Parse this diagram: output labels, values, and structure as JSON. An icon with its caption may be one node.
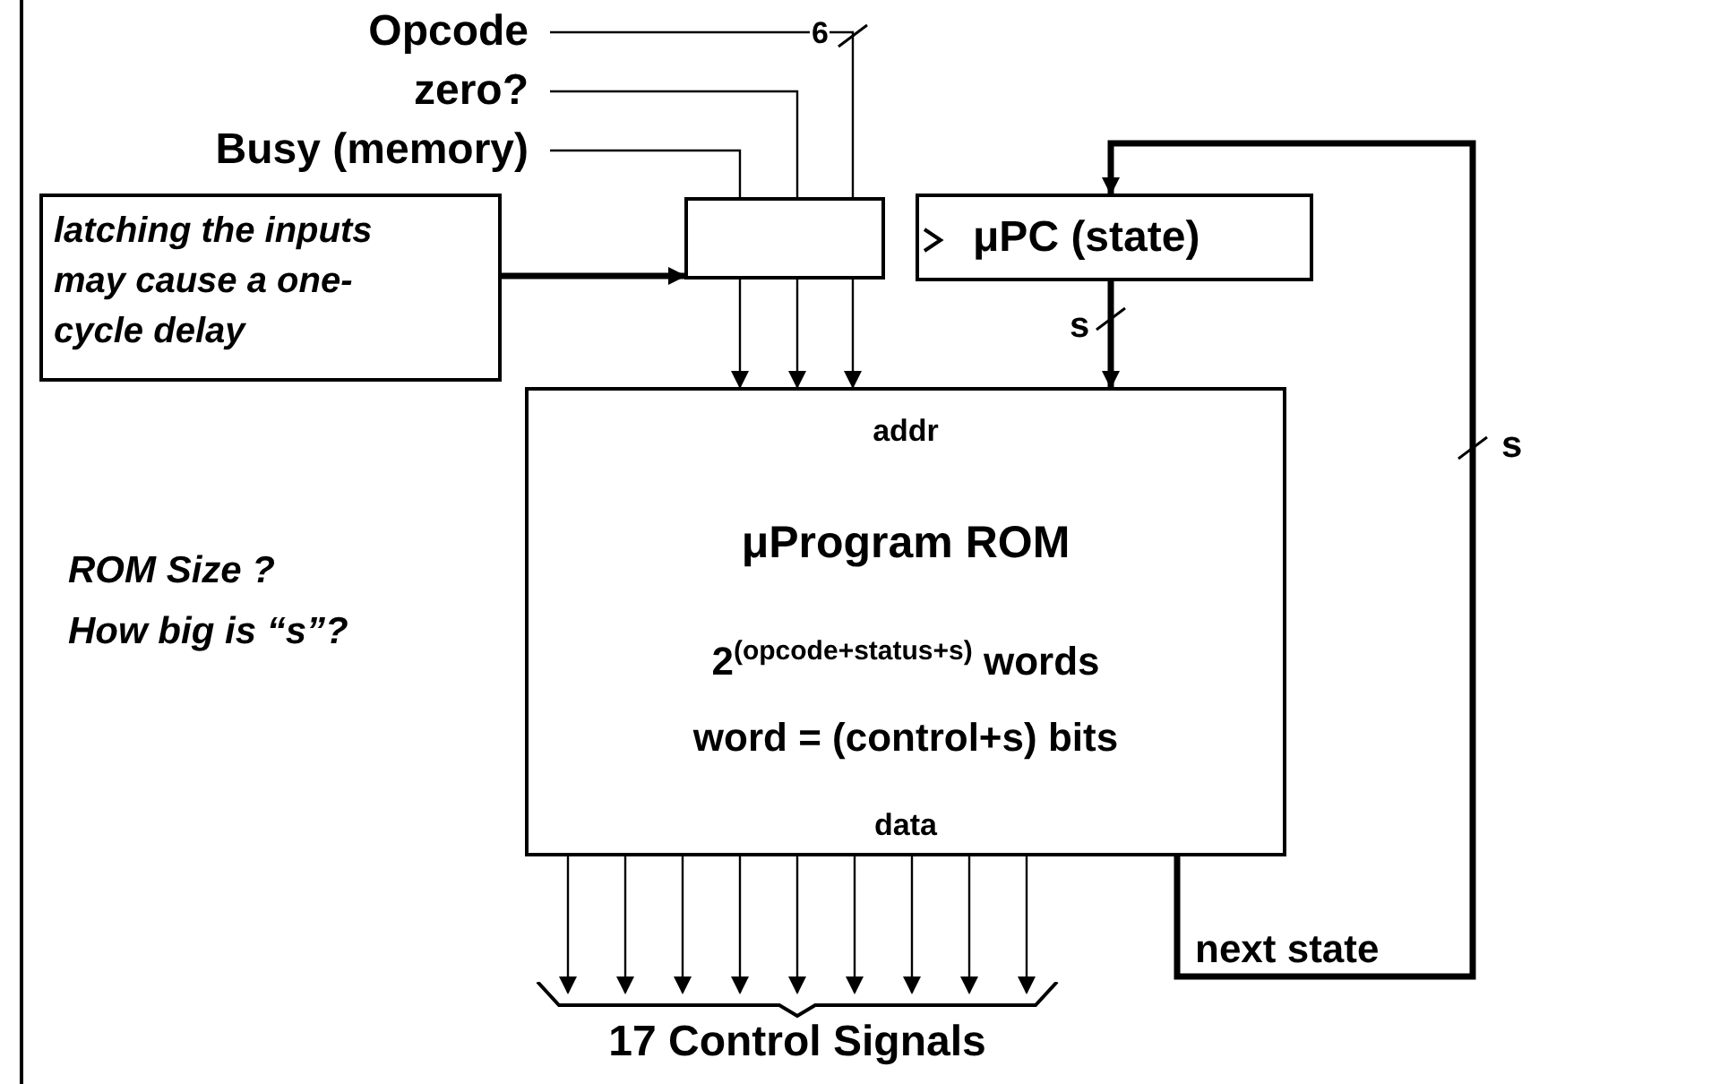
{
  "diagram": {
    "nodes": [
      {
        "text": [
          "Opcode"
        ]
      },
      {
        "text": [
          "zero?"
        ]
      },
      {
        "text": [
          "Busy (memory)"
        ]
      },
      {
        "text": [
          "latching the inputs may cause a one-cycle delay"
        ]
      },
      {
        "text": [],
        "shape": "box"
      },
      {
        "text": [
          "μPC (state)"
        ]
      },
      {
        "text": [
          "addr",
          "μProgram ROM",
          "2$^{(opcode+status+s)}$ words",
          "word = (control+s) bits",
          "data"
        ]
      },
      {
        "text": [
          "17 Control Signals"
        ]
      }
    ],
    "edges": [
      {
        "from": 0,
        "to": 4,
        "arrow": "none",
        "label": "6"
      },
      {
        "from": 1,
        "to": 4,
        "arrow": "none"
      },
      {
        "from": 2,
        "to": 4,
        "arrow": "none"
      },
      {
        "from": 4,
        "to": 6,
        "arrow": "to"
      },
      {
        "from": 4,
        "to": 6,
        "arrow": "to"
      },
      {
        "from": 4,
        "to": 6,
        "arrow": "to"
      },
      {
        "from": 3,
        "to": 4,
        "arrow": "to",
        "style": "thick"
      },
      {
        "from": 5,
        "to": 6,
        "arrow": "to",
        "label": "s",
        "style": "thick"
      },
      {
        "from": 6,
        "to": 5,
        "arrow": "to",
        "label": "next state",
        "style": "thick"
      },
      {
        "from": 6,
        "to": 7,
        "arrow": "to"
      },
      {
        "from": 6,
        "to": 7,
        "arrow": "to"
      },
      {
        "from": 6,
        "to": 7,
        "arrow": "to"
      },
      {
        "from": 6,
        "to": 7,
        "arrow": "to"
      },
      {
        "from": 6,
        "to": 7,
        "arrow": "to"
      },
      {
        "from": 6,
        "to": 7,
        "arrow": "to"
      },
      {
        "from": 6,
        "to": 7,
        "arrow": "to"
      },
      {
        "from": 6,
        "to": 7,
        "arrow": "to"
      },
      {
        "from": 6,
        "to": 7,
        "arrow": "to"
      }
    ],
    "labels": [
      "ROM Size ?",
      "How big is “s”?",
      "s"
    ]
  }
}
